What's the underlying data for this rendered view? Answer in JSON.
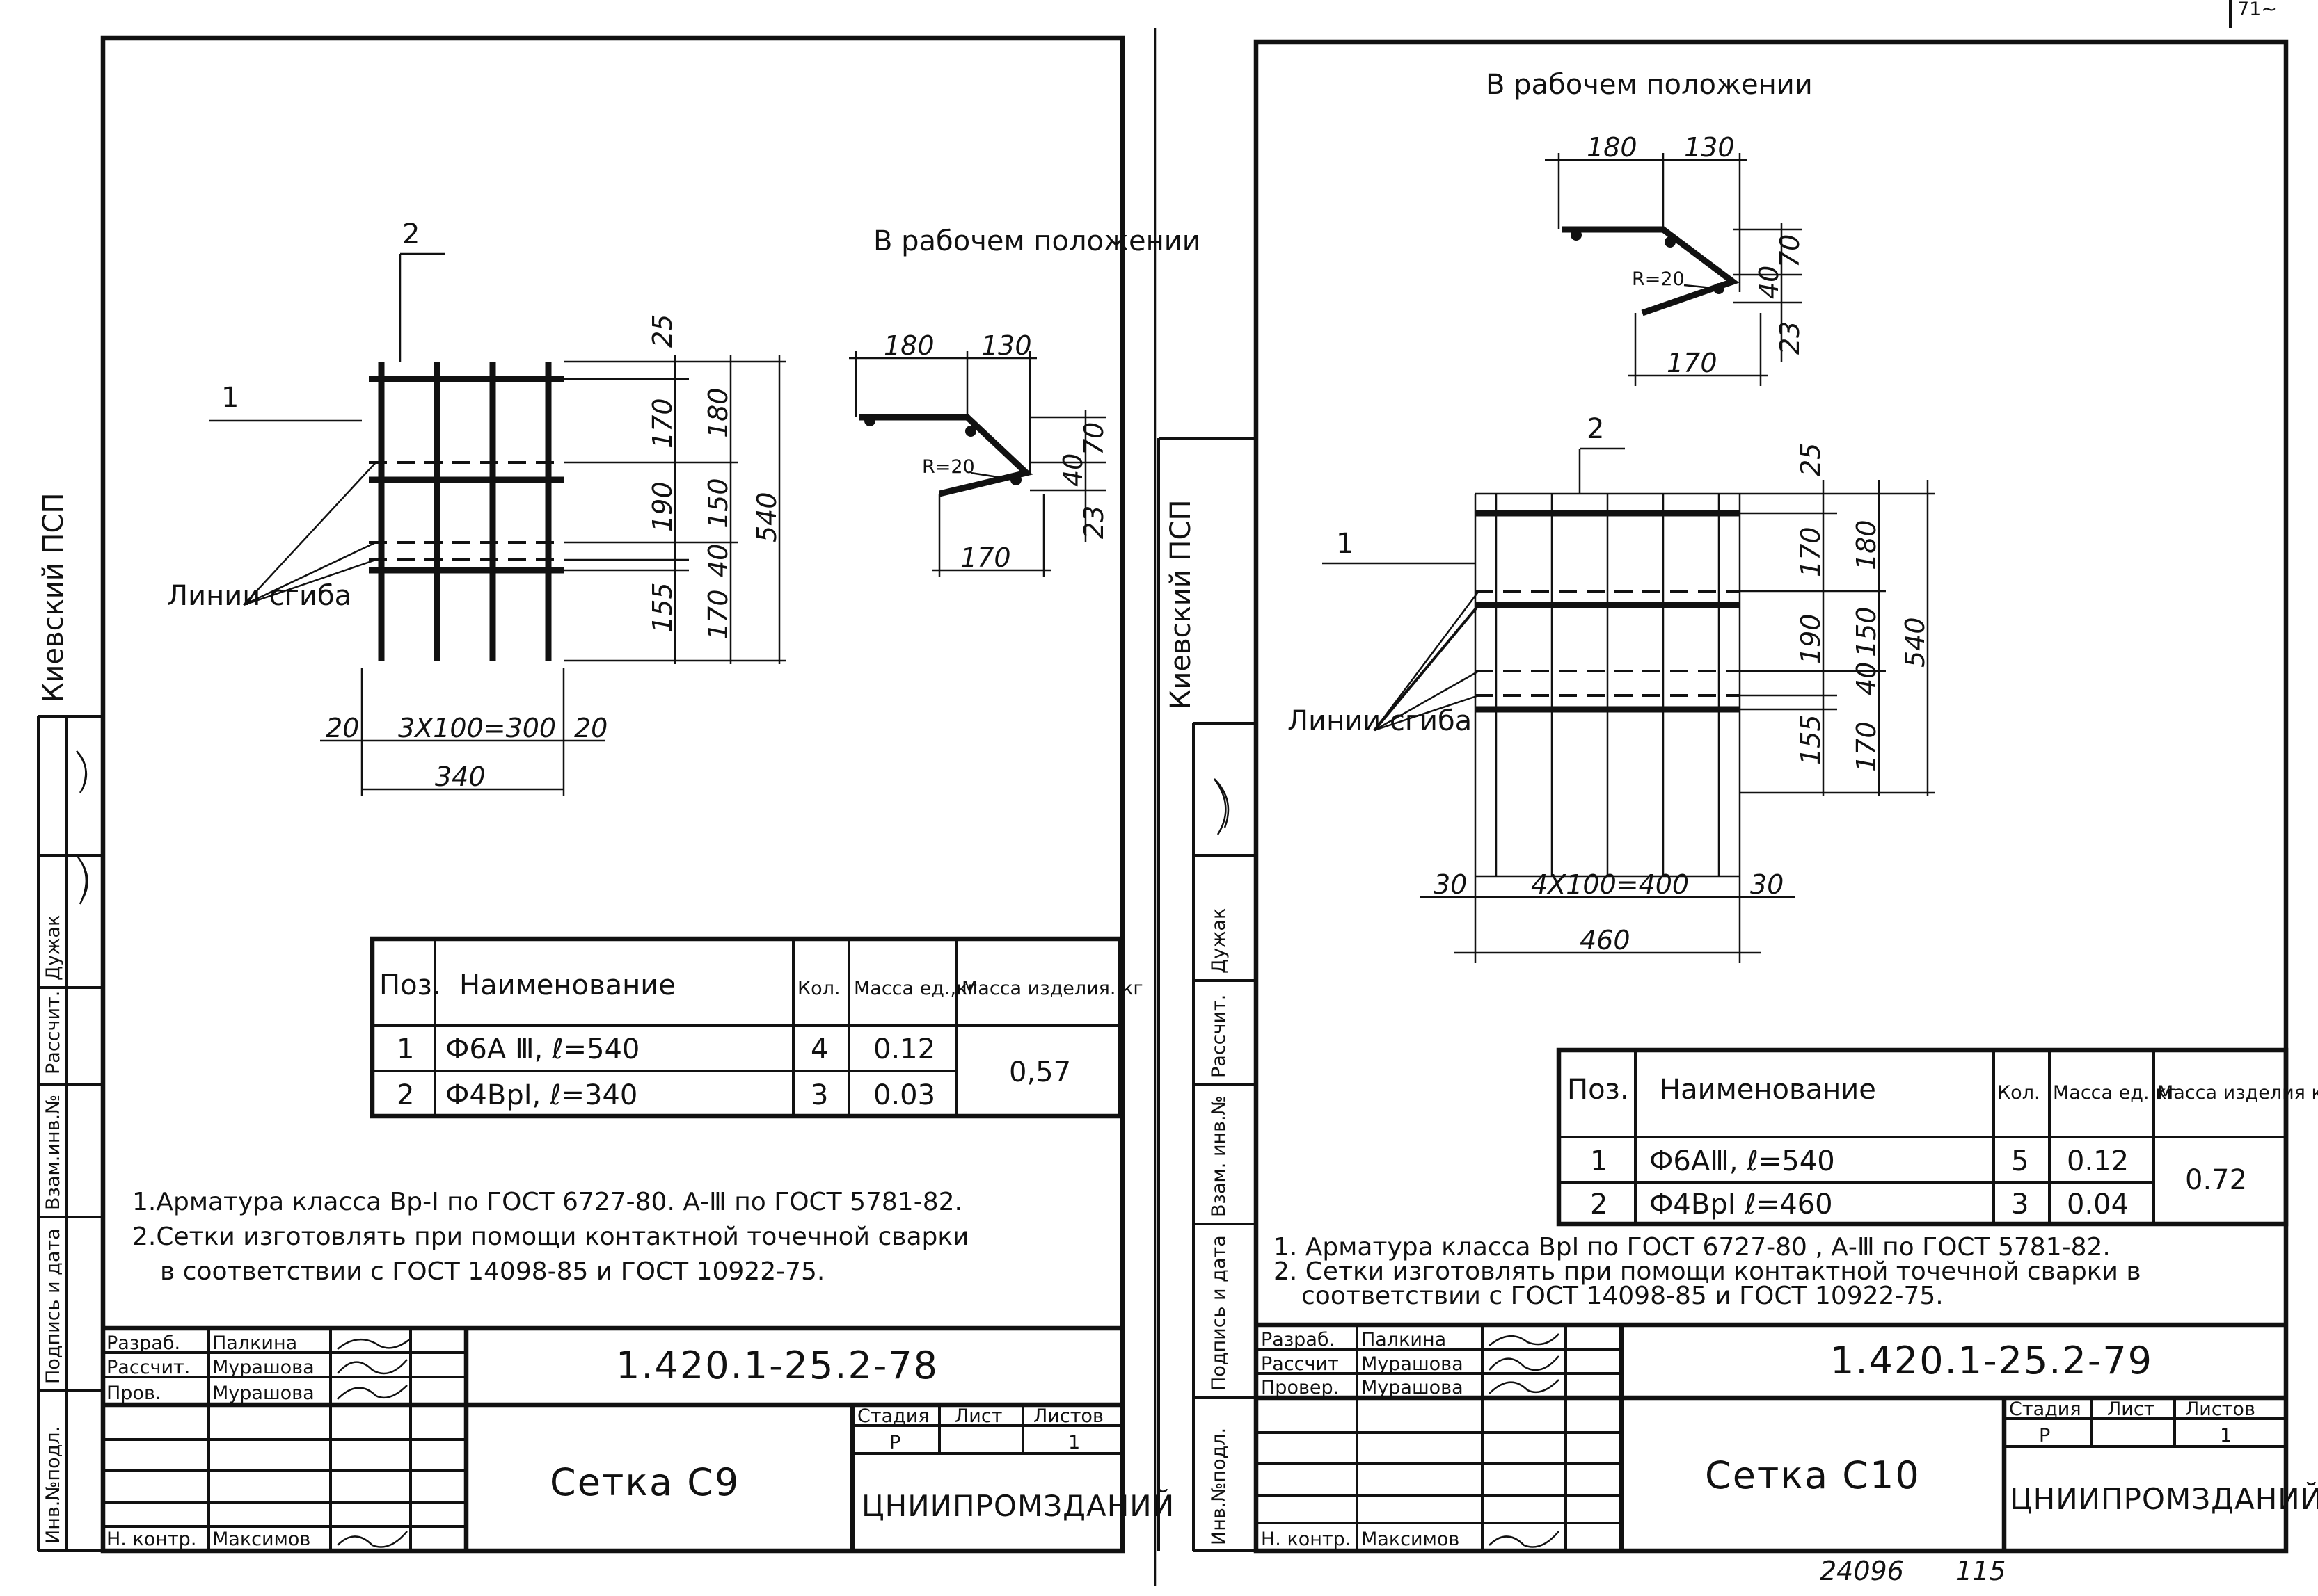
{
  "page": {
    "corner_mark": "71~"
  },
  "sheets": [
    {
      "side_org": "Киевский ПСП",
      "side_sig": "Дужак",
      "side_roles": [
        "Рассчит.",
        "Взам.инв.№",
        "Подпись и дата",
        "Инв.№подл."
      ],
      "view_title": "В рабочем положении",
      "view_dims": [
        "180",
        "130",
        "R=20",
        "70",
        "40",
        "23",
        "170"
      ],
      "pos_labels": [
        "1",
        "2"
      ],
      "bend_label": "Линии сгиба",
      "vert_dims": [
        "25",
        "170",
        "190",
        "40",
        "155",
        "180",
        "150",
        "170",
        "540"
      ],
      "horiz_dims": [
        "20",
        "3Х100=300",
        "20",
        "340"
      ],
      "table": {
        "headers": [
          "Поз.",
          "Наименование",
          "Кол.",
          "Масса ед.,кг",
          "Масса изделия. кг"
        ],
        "rows": [
          {
            "pos": "1",
            "name": "Ф6А Ⅲ, ℓ=540",
            "qty": "4",
            "mass": "0.12"
          },
          {
            "pos": "2",
            "name": "Ф4ВрⅠ, ℓ=340",
            "qty": "3",
            "mass": "0.03"
          }
        ],
        "total": "0,57"
      },
      "notes": [
        "1.Арматура класса Вр-Ⅰ по ГОСТ 6727-80. А-Ⅲ по ГОСТ 5781-82.",
        "2.Сетки изготовлять при помощи контактной точечной сварки",
        "в соответствии с ГОСТ 14098-85 и ГОСТ 10922-75."
      ],
      "stamp": {
        "roles": [
          "Разраб.",
          "Рассчит.",
          "Пров.",
          "Н. контр."
        ],
        "names": [
          "Палкина",
          "Мурашова",
          "Мурашова",
          "Максимов"
        ],
        "code": "1.420.1-25.2-78",
        "title": "Сетка С9",
        "stage_header": [
          "Стадия",
          "Лист",
          "Листов"
        ],
        "stage_values": [
          "Р",
          "",
          "1"
        ],
        "org": "ЦНИИПРОМЗДАНИЙ"
      }
    },
    {
      "side_org": "Киевский ПСП",
      "side_sig": "Дужак",
      "side_roles": [
        "Рассчит.",
        "Взам. инв.№",
        "Подпись и дата",
        "Инв.№подл."
      ],
      "view_title": "В рабочем положении",
      "view_dims": [
        "180",
        "130",
        "R=20",
        "70",
        "40",
        "23",
        "170"
      ],
      "pos_labels": [
        "1",
        "2"
      ],
      "bend_label": "Линии сгиба",
      "vert_dims": [
        "25",
        "170",
        "190",
        "40",
        "155",
        "180",
        "150",
        "170",
        "540"
      ],
      "horiz_dims": [
        "30",
        "4Х100=400",
        "30",
        "460"
      ],
      "table": {
        "headers": [
          "Поз.",
          "Наименование",
          "Кол.",
          "Масса ед. кг",
          "Масса изделия кг"
        ],
        "rows": [
          {
            "pos": "1",
            "name": "Ф6АⅢ, ℓ=540",
            "qty": "5",
            "mass": "0.12"
          },
          {
            "pos": "2",
            "name": "Ф4ВрⅠ ℓ=460",
            "qty": "3",
            "mass": "0.04"
          }
        ],
        "total": "0.72"
      },
      "notes": [
        "1. Арматура класса ВрⅠ по ГОСТ 6727-80 , А-Ⅲ по ГОСТ 5781-82.",
        "2. Сетки изготовлять при помощи контактной точечной сварки в",
        "соответствии с ГОСТ 14098-85 и ГОСТ 10922-75."
      ],
      "stamp": {
        "roles": [
          "Разраб.",
          "Рассчит",
          "Провер.",
          "Н. контр."
        ],
        "names": [
          "Палкина",
          "Мурашова",
          "Мурашова",
          "Максимов"
        ],
        "code": "1.420.1-25.2-79",
        "title": "Сетка С10",
        "stage_header": [
          "Стадия",
          "Лист",
          "Листов"
        ],
        "stage_values": [
          "Р",
          "",
          "1"
        ],
        "org": "ЦНИИПРОМЗДАНИЙ"
      },
      "footer": {
        "number": "24096",
        "page": "115"
      }
    }
  ]
}
